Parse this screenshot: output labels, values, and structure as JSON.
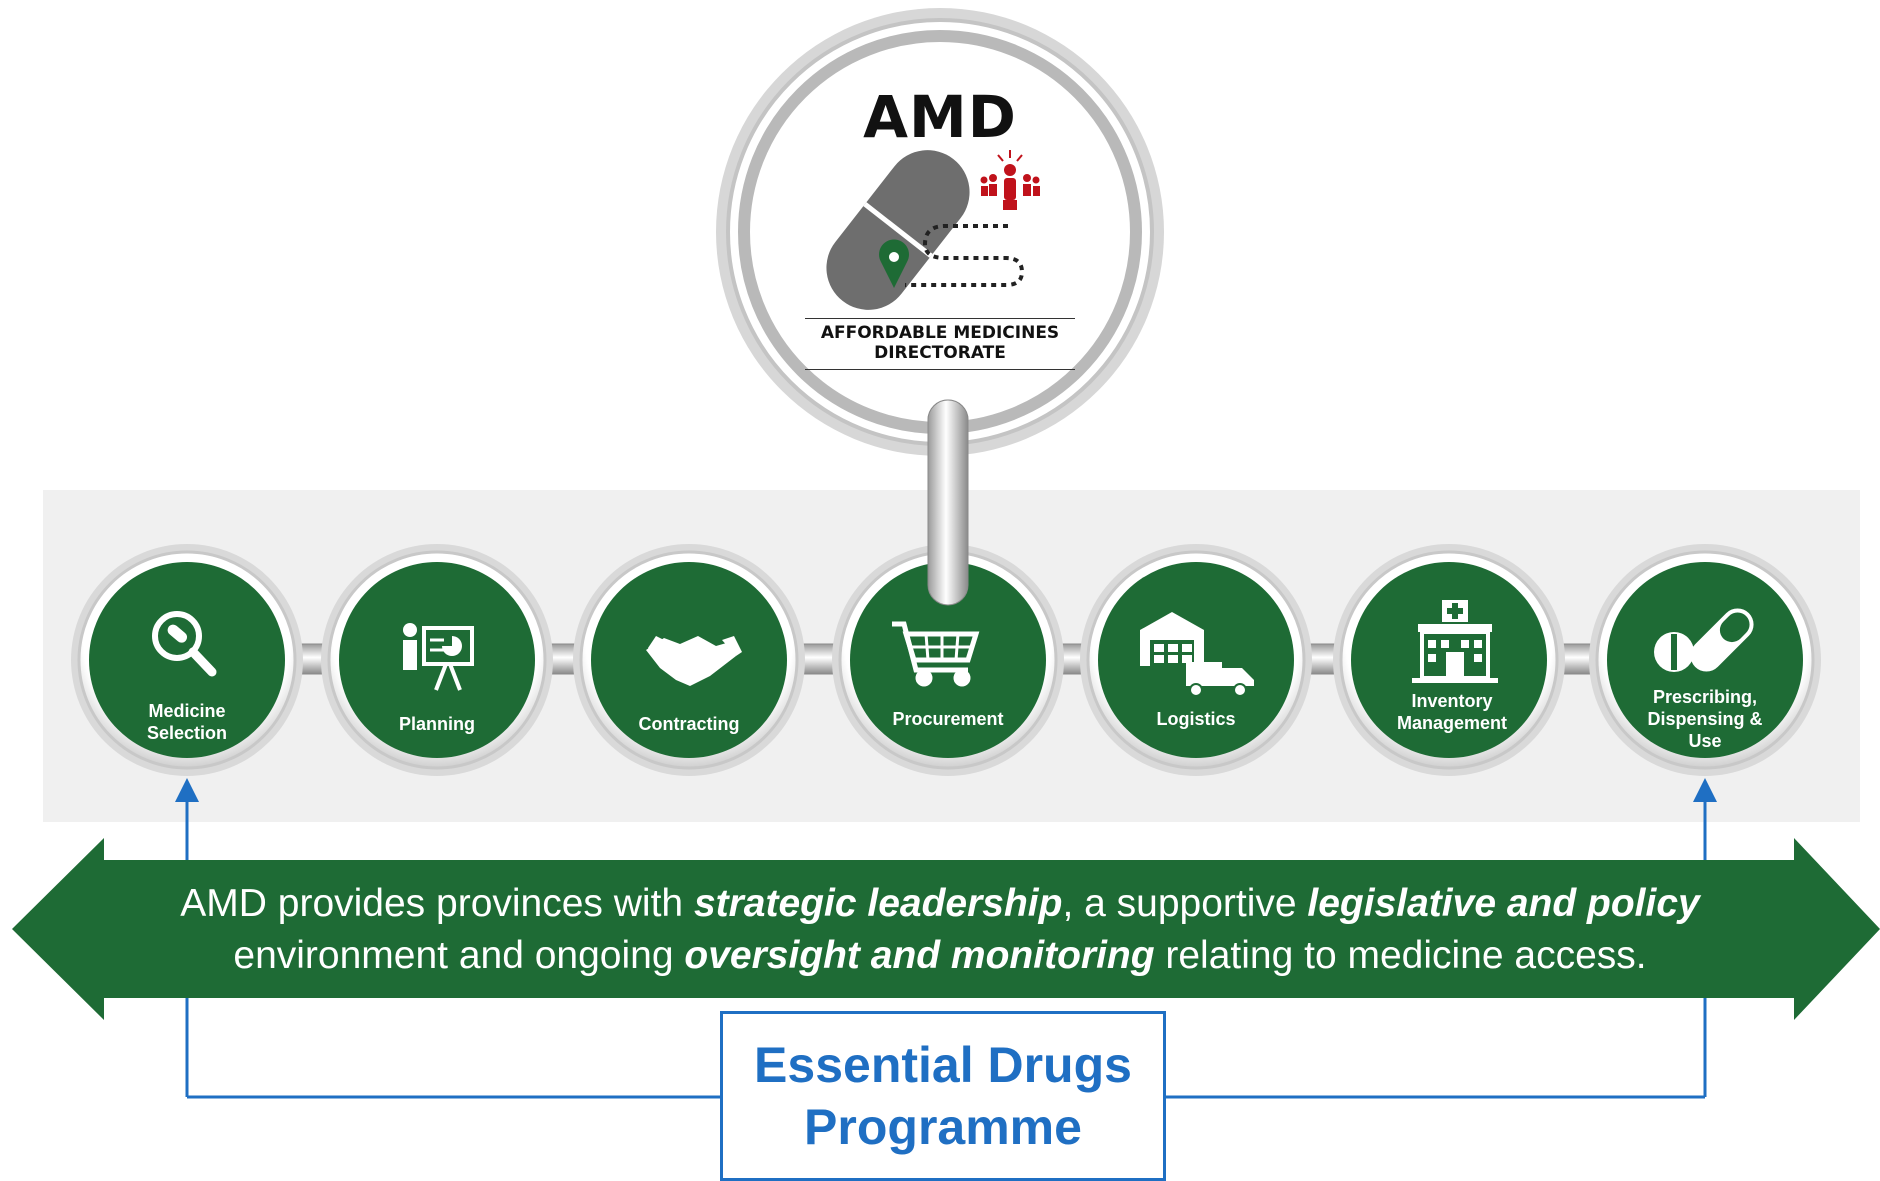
{
  "logo": {
    "title": "AMD",
    "subtitle_line1": "AFFORDABLE MEDICINES",
    "subtitle_line2": "DIRECTORATE"
  },
  "stages": [
    {
      "line1": "Medicine",
      "line2": "Selection",
      "icon": "magnifier-pill-icon"
    },
    {
      "line1": "Planning",
      "line2": "",
      "icon": "presentation-board-icon"
    },
    {
      "line1": "Contracting",
      "line2": "",
      "icon": "handshake-icon"
    },
    {
      "line1": "Procurement",
      "line2": "",
      "icon": "shopping-cart-icon"
    },
    {
      "line1": "Logistics",
      "line2": "",
      "icon": "warehouse-truck-icon"
    },
    {
      "line1": "Inventory",
      "line2": "Management",
      "icon": "hospital-building-icon"
    },
    {
      "line1": "Prescribing,",
      "line2": "Dispensing &",
      "line3": "Use",
      "icon": "pills-icon"
    }
  ],
  "banner": {
    "p1": "AMD provides provinces with ",
    "b1": "strategic leadership",
    "p2": ", a supportive ",
    "b2": "legislative and policy",
    "p3": "environment and ongoing ",
    "b3": "oversight and monitoring",
    "p4": " relating to medicine access."
  },
  "programme": {
    "line1": "Essential Drugs",
    "line2": "Programme"
  },
  "colors": {
    "green": "#1e6b35",
    "blue": "#1f6fc3",
    "band": "#f0f0f0",
    "red": "#c0121b"
  }
}
